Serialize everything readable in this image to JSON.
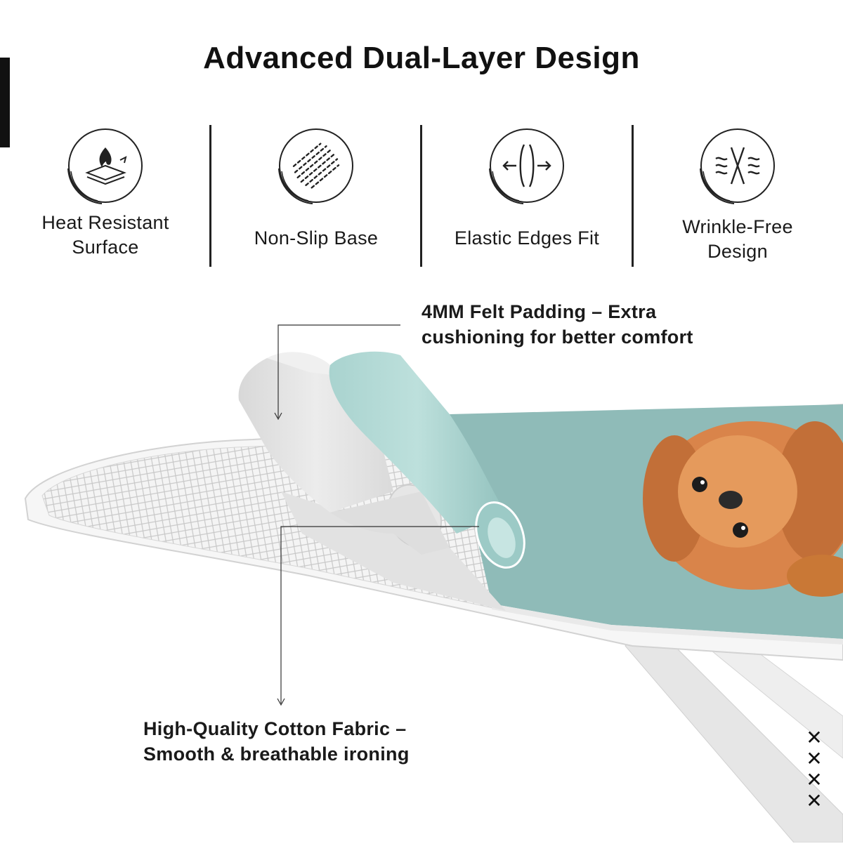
{
  "title": "Advanced Dual-Layer Design",
  "features": [
    {
      "label": "Heat Resistant Surface",
      "icon": "heat-resistant-icon"
    },
    {
      "label": "Non-Slip Base",
      "icon": "non-slip-icon"
    },
    {
      "label": "Elastic Edges Fit",
      "icon": "elastic-edges-icon"
    },
    {
      "label": "Wrinkle-Free Design",
      "icon": "wrinkle-free-icon"
    }
  ],
  "callouts": {
    "felt": "4MM Felt Padding – Extra cushioning for better comfort",
    "cotton": "High-Quality Cotton Fabric – Smooth & breathable ironing"
  },
  "marks": [
    "✕",
    "✕",
    "✕",
    "✕"
  ],
  "colors": {
    "cover_teal": "#8fbbb8",
    "felt_grey": "#e4e4e4",
    "mesh_white": "#f2f2f2",
    "dog_orange": "#d9844a"
  }
}
